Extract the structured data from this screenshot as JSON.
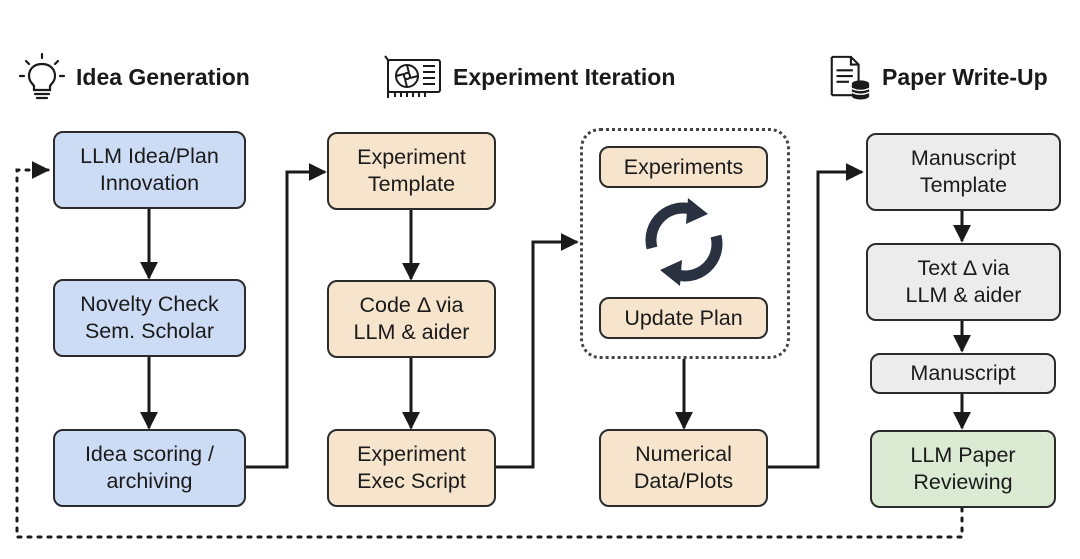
{
  "headers": {
    "idea": {
      "label": "Idea Generation",
      "icon": "lightbulb-icon"
    },
    "experiment": {
      "label": "Experiment Iteration",
      "icon": "gpu-card-icon"
    },
    "paper": {
      "label": "Paper Write-Up",
      "icon": "document-database-icon"
    }
  },
  "idea": {
    "plan": "LLM Idea/Plan\nInnovation",
    "novelty": "Novelty Check\nSem. Scholar",
    "scoring": "Idea scoring /\narchiving"
  },
  "experiment": {
    "template": "Experiment\nTemplate",
    "code": "Code Δ via\nLLM & aider",
    "exec": "Experiment\nExec Script"
  },
  "loop": {
    "experiments": "Experiments",
    "update": "Update Plan",
    "icon": "refresh-cycle-icon",
    "numerical": "Numerical\nData/Plots"
  },
  "paper": {
    "template": "Manuscript\nTemplate",
    "text": "Text Δ via\nLLM & aider",
    "manuscript": "Manuscript",
    "review": "LLM Paper\nReviewing"
  },
  "colors": {
    "idea_fill": "#cddcf5",
    "experiment_fill": "#f7e4cd",
    "paper_fill": "#ececec",
    "review_fill": "#dbead3",
    "line": "#1a1a1a"
  }
}
